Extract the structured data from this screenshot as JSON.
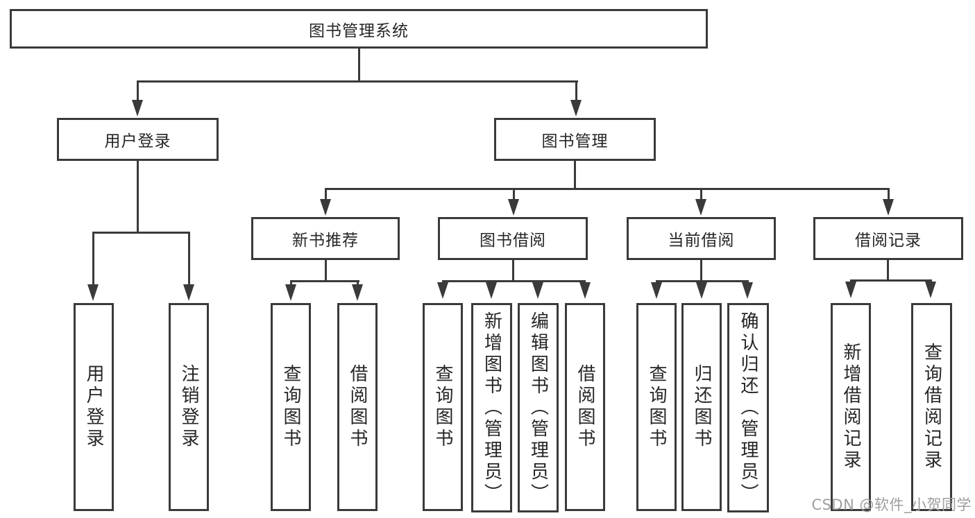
{
  "nodes": {
    "root": "图书管理系统",
    "level2": [
      "用户登录",
      "图书管理"
    ],
    "level3": [
      "新书推荐",
      "图书借阅",
      "当前借阅",
      "借阅记录"
    ],
    "leaves": [
      "用户登录",
      "注销登录",
      "查询图书",
      "借阅图书",
      "查询图书",
      "新增图书（管理员）",
      "编辑图书（管理员）",
      "借阅图书",
      "查询图书",
      "归还图书",
      "确认归还（管理员）",
      "新增借阅记录",
      "查询借阅记录"
    ]
  },
  "watermark": "CSDN @软件_小贺同学",
  "colors": {
    "line": "#3a3a3a",
    "text": "#262626",
    "watermark": "#9e9e9e",
    "background": "#ffffff"
  }
}
